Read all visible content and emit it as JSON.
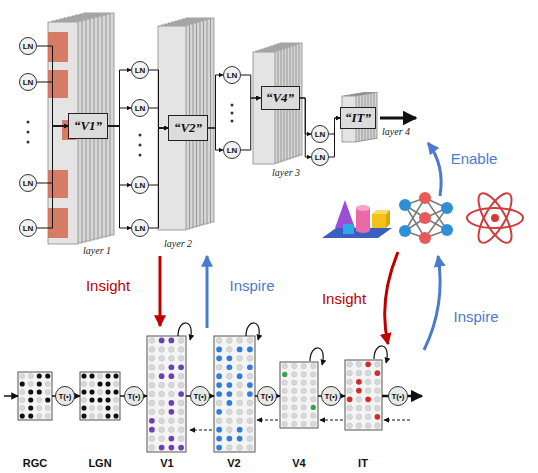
{
  "diagram": {
    "nodes": [
      {
        "text": [
          "LN"
        ]
      },
      {
        "text": [
          "LN"
        ]
      },
      {
        "text": [
          "LN"
        ]
      },
      {
        "text": [
          "LN"
        ]
      },
      {
        "text": [
          "“V1”"
        ]
      },
      {
        "text": [
          "LN"
        ]
      },
      {
        "text": [
          "LN"
        ]
      },
      {
        "text": [
          "LN"
        ]
      },
      {
        "text": [
          "LN"
        ]
      },
      {
        "text": [
          "“V2”"
        ]
      },
      {
        "text": [
          "LN"
        ]
      },
      {
        "text": [
          "LN"
        ]
      },
      {
        "text": [
          "“V4”"
        ]
      },
      {
        "text": [
          "LN"
        ]
      },
      {
        "text": [
          "LN"
        ]
      },
      {
        "text": [
          "“IT”"
        ]
      },
      {
        "text": [
          "T(•)"
        ]
      },
      {
        "text": [
          "T(•)"
        ]
      },
      {
        "text": [
          "T(•)"
        ]
      },
      {
        "text": [
          "T(•)"
        ]
      },
      {
        "text": [
          "T(•)"
        ]
      },
      {
        "text": [
          "T(•)"
        ]
      }
    ],
    "edges": [
      {
        "from": 0,
        "to": 4,
        "arrow": "to"
      },
      {
        "from": 1,
        "to": 4,
        "arrow": "to"
      },
      {
        "from": 2,
        "to": 4,
        "arrow": "to"
      },
      {
        "from": 3,
        "to": 4,
        "arrow": "to"
      },
      {
        "from": 4,
        "to": 5,
        "arrow": "to"
      },
      {
        "from": 4,
        "to": 6,
        "arrow": "to"
      },
      {
        "from": 4,
        "to": 7,
        "arrow": "to"
      },
      {
        "from": 4,
        "to": 8,
        "arrow": "to"
      },
      {
        "from": 5,
        "to": 9,
        "arrow": "to"
      },
      {
        "from": 6,
        "to": 9,
        "arrow": "to"
      },
      {
        "from": 7,
        "to": 9,
        "arrow": "to"
      },
      {
        "from": 8,
        "to": 9,
        "arrow": "to"
      },
      {
        "from": 9,
        "to": 10,
        "arrow": "to"
      },
      {
        "from": 9,
        "to": 11,
        "arrow": "to"
      },
      {
        "from": 10,
        "to": 12,
        "arrow": "to"
      },
      {
        "from": 11,
        "to": 12,
        "arrow": "to"
      },
      {
        "from": 12,
        "to": 13,
        "arrow": "to"
      },
      {
        "from": 12,
        "to": 14,
        "arrow": "to"
      },
      {
        "from": 13,
        "to": 15,
        "arrow": "to"
      },
      {
        "from": 14,
        "to": 15,
        "arrow": "to"
      }
    ],
    "labels": [
      "layer 1",
      "layer 2",
      "layer 3",
      "layer 4",
      "Insight",
      "Inspire",
      "Enable",
      "Insight",
      "Inspire",
      "RGC",
      "LGN",
      "V1",
      "V2",
      "V4",
      "IT"
    ]
  }
}
